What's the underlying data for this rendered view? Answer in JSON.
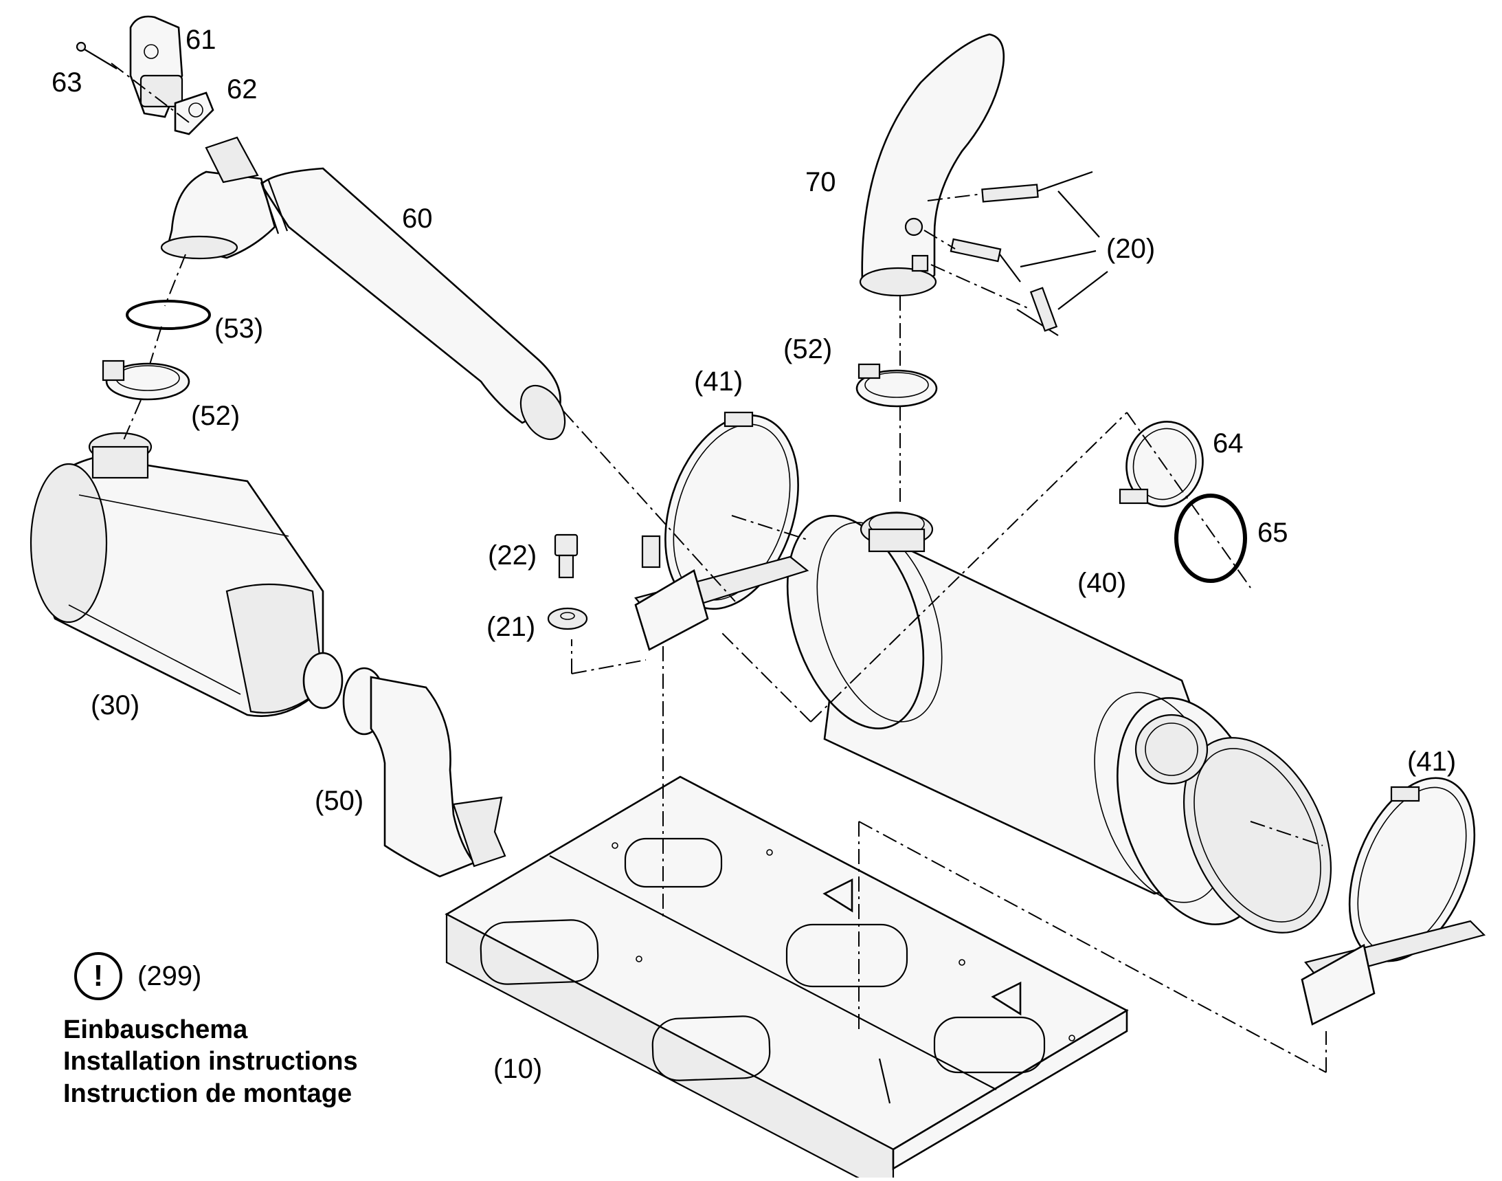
{
  "labels": {
    "p61": "61",
    "p62": "62",
    "p63": "63",
    "p60": "60",
    "p70": "70",
    "p20": "(20)",
    "p53": "(53)",
    "p52a": "(52)",
    "p52b": "(52)",
    "p41a": "(41)",
    "p41b": "(41)",
    "p64": "64",
    "p65": "65",
    "p40": "(40)",
    "p22": "(22)",
    "p21": "(21)",
    "p30": "(30)",
    "p50": "(50)",
    "p10": "(10)",
    "p299": "(299)"
  },
  "warning_icon": {
    "glyph": "!",
    "icon": "exclamation-circle-icon"
  },
  "caption": {
    "line1": "Einbauschema",
    "line2": "Installation instructions",
    "line3": "Instruction de montage"
  }
}
